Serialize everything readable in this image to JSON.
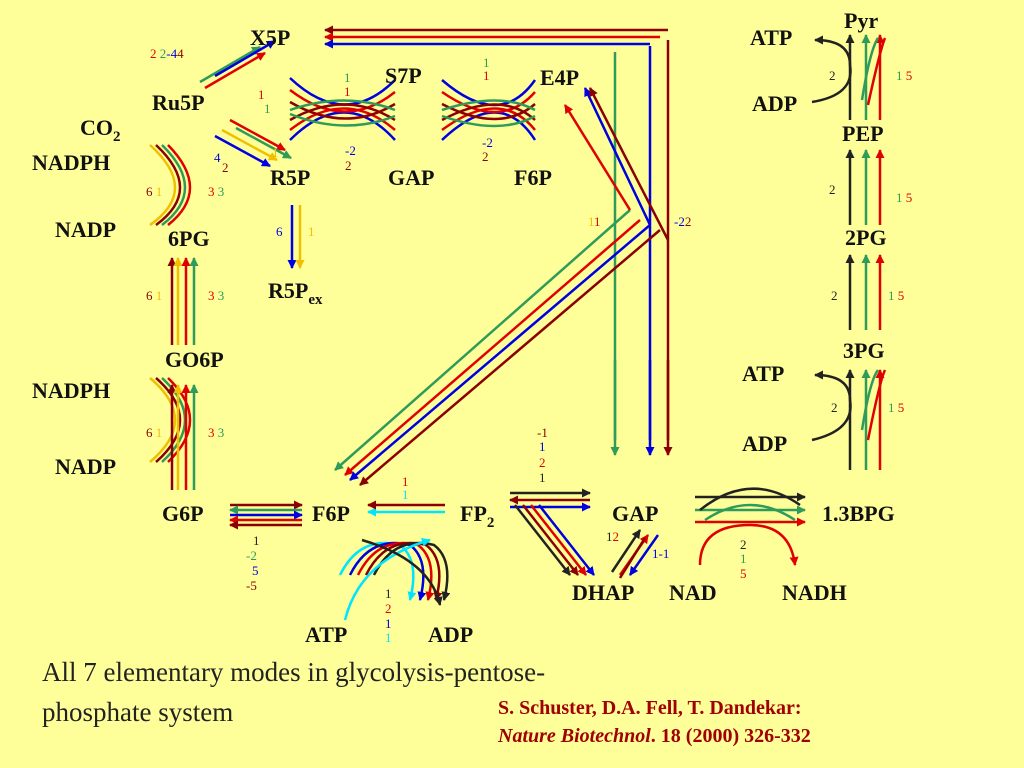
{
  "colors": {
    "background": "#FFFF99",
    "dark": "#8B0000",
    "red": "#E00000",
    "blue": "#0000E0",
    "green": "#2E9B5A",
    "yellow": "#F0C000",
    "cyan": "#00E5FF",
    "black": "#222222"
  },
  "metabolites": [
    {
      "id": "X5P",
      "label": "X5P"
    },
    {
      "id": "Ru5P",
      "label": "Ru5P"
    },
    {
      "id": "CO2",
      "label": "CO",
      "sub": "2"
    },
    {
      "id": "NADPH1",
      "label": "NADPH"
    },
    {
      "id": "NADP1",
      "label": "NADP"
    },
    {
      "id": "6PG",
      "label": "6PG"
    },
    {
      "id": "GO6P",
      "label": "GO6P"
    },
    {
      "id": "NADPH2",
      "label": "NADPH"
    },
    {
      "id": "NADP2",
      "label": "NADP"
    },
    {
      "id": "G6P",
      "label": "G6P"
    },
    {
      "id": "F6Pa",
      "label": "F6P"
    },
    {
      "id": "FP2",
      "label": "FP",
      "sub": "2"
    },
    {
      "id": "GAPa",
      "label": "GAP"
    },
    {
      "id": "BPG",
      "label": "1.3BPG"
    },
    {
      "id": "DHAP",
      "label": "DHAP"
    },
    {
      "id": "NAD",
      "label": "NAD"
    },
    {
      "id": "NADH",
      "label": "NADH"
    },
    {
      "id": "ATP1",
      "label": "ATP"
    },
    {
      "id": "ADP1",
      "label": "ADP"
    },
    {
      "id": "S7P",
      "label": "S7P"
    },
    {
      "id": "E4P",
      "label": "E4P"
    },
    {
      "id": "R5P",
      "label": "R5P"
    },
    {
      "id": "GAPb",
      "label": "GAP"
    },
    {
      "id": "F6Pb",
      "label": "F6P"
    },
    {
      "id": "R5Pex",
      "label": "R5P",
      "sub": "ex"
    },
    {
      "id": "Pyr",
      "label": "Pyr"
    },
    {
      "id": "ATP2",
      "label": "ATP"
    },
    {
      "id": "ADP2",
      "label": "ADP"
    },
    {
      "id": "PEP",
      "label": "PEP"
    },
    {
      "id": "2PG",
      "label": "2PG"
    },
    {
      "id": "3PG",
      "label": "3PG"
    },
    {
      "id": "ATP3",
      "label": "ATP"
    },
    {
      "id": "ADP3",
      "label": "ADP"
    }
  ],
  "coefficients": [
    {
      "id": "c1",
      "parts": [
        {
          "t": "2 ",
          "c": "red"
        },
        {
          "t": "2",
          "c": "green"
        },
        {
          "t": "-4",
          "c": "blue"
        },
        {
          "t": "4",
          "c": "dark"
        }
      ]
    },
    {
      "id": "c2",
      "parts": [
        {
          "t": "1",
          "c": "green"
        }
      ]
    },
    {
      "id": "c3",
      "parts": [
        {
          "t": "1",
          "c": "red"
        }
      ]
    },
    {
      "id": "c4",
      "parts": [
        {
          "t": "1",
          "c": "red"
        }
      ]
    },
    {
      "id": "c5",
      "parts": [
        {
          "t": "1",
          "c": "green"
        }
      ]
    },
    {
      "id": "c6",
      "parts": [
        {
          "t": "1",
          "c": "yellow"
        }
      ]
    },
    {
      "id": "c7",
      "parts": [
        {
          "t": "4",
          "c": "blue"
        }
      ]
    },
    {
      "id": "c8",
      "parts": [
        {
          "t": "2",
          "c": "dark"
        }
      ]
    },
    {
      "id": "c9",
      "parts": [
        {
          "t": "-2",
          "c": "blue"
        }
      ]
    },
    {
      "id": "c10",
      "parts": [
        {
          "t": "2",
          "c": "dark"
        }
      ]
    },
    {
      "id": "c11",
      "parts": [
        {
          "t": "1",
          "c": "green"
        }
      ]
    },
    {
      "id": "c12",
      "parts": [
        {
          "t": "1",
          "c": "red"
        }
      ]
    },
    {
      "id": "c13",
      "parts": [
        {
          "t": "-2",
          "c": "blue"
        }
      ]
    },
    {
      "id": "c14",
      "parts": [
        {
          "t": "2",
          "c": "dark"
        }
      ]
    },
    {
      "id": "c15",
      "parts": [
        {
          "t": "6",
          "c": "dark"
        },
        {
          "t": " 1",
          "c": "yellow"
        }
      ]
    },
    {
      "id": "c16",
      "parts": [
        {
          "t": "3",
          "c": "red"
        },
        {
          "t": " 3",
          "c": "green"
        }
      ]
    },
    {
      "id": "c17",
      "parts": [
        {
          "t": "6",
          "c": "blue"
        }
      ]
    },
    {
      "id": "c18",
      "parts": [
        {
          "t": "1",
          "c": "yellow"
        }
      ]
    },
    {
      "id": "c19",
      "parts": [
        {
          "t": "6",
          "c": "dark"
        },
        {
          "t": " 1",
          "c": "yellow"
        }
      ]
    },
    {
      "id": "c20",
      "parts": [
        {
          "t": "3",
          "c": "red"
        },
        {
          "t": " 3",
          "c": "green"
        }
      ]
    },
    {
      "id": "c21",
      "parts": [
        {
          "t": "6",
          "c": "dark"
        },
        {
          "t": " 1",
          "c": "yellow"
        }
      ]
    },
    {
      "id": "c22",
      "parts": [
        {
          "t": "3",
          "c": "red"
        },
        {
          "t": " 3",
          "c": "green"
        }
      ]
    },
    {
      "id": "c23",
      "parts": [
        {
          "t": "1",
          "c": "yellow"
        },
        {
          "t": "1",
          "c": "red"
        }
      ]
    },
    {
      "id": "c24",
      "parts": [
        {
          "t": "-2",
          "c": "blue"
        },
        {
          "t": "2",
          "c": "dark"
        }
      ]
    },
    {
      "id": "c25",
      "parts": [
        {
          "t": "1",
          "c": "red"
        }
      ]
    },
    {
      "id": "c26",
      "parts": [
        {
          "t": "1",
          "c": "cyan"
        }
      ]
    },
    {
      "id": "c27",
      "parts": [
        {
          "t": "-1",
          "c": "dark"
        }
      ]
    },
    {
      "id": "c28",
      "parts": [
        {
          "t": "1",
          "c": "blue"
        }
      ]
    },
    {
      "id": "c29",
      "parts": [
        {
          "t": "2",
          "c": "red"
        }
      ]
    },
    {
      "id": "c30",
      "parts": [
        {
          "t": "1",
          "c": "black"
        }
      ]
    },
    {
      "id": "c31",
      "parts": [
        {
          "t": "1",
          "c": "black"
        }
      ]
    },
    {
      "id": "c32",
      "parts": [
        {
          "t": "-2",
          "c": "green"
        }
      ]
    },
    {
      "id": "c33",
      "parts": [
        {
          "t": "5",
          "c": "blue"
        }
      ]
    },
    {
      "id": "c34",
      "parts": [
        {
          "t": "-5",
          "c": "dark"
        }
      ]
    },
    {
      "id": "c35",
      "parts": [
        {
          "t": "1",
          "c": "black"
        }
      ]
    },
    {
      "id": "c36",
      "parts": [
        {
          "t": "2",
          "c": "red"
        }
      ]
    },
    {
      "id": "c37",
      "parts": [
        {
          "t": "1",
          "c": "blue"
        }
      ]
    },
    {
      "id": "c38",
      "parts": [
        {
          "t": "1",
          "c": "cyan"
        }
      ]
    },
    {
      "id": "c39",
      "parts": [
        {
          "t": "1",
          "c": "black"
        },
        {
          "t": "2",
          "c": "red"
        }
      ]
    },
    {
      "id": "c40",
      "parts": [
        {
          "t": "1-1",
          "c": "blue"
        }
      ]
    },
    {
      "id": "c41",
      "parts": [
        {
          "t": "2",
          "c": "black"
        }
      ]
    },
    {
      "id": "c42",
      "parts": [
        {
          "t": "1",
          "c": "green"
        }
      ]
    },
    {
      "id": "c43",
      "parts": [
        {
          "t": "5",
          "c": "red"
        }
      ]
    },
    {
      "id": "c44",
      "parts": [
        {
          "t": "2",
          "c": "black"
        }
      ]
    },
    {
      "id": "c45",
      "parts": [
        {
          "t": "1",
          "c": "green"
        },
        {
          "t": "  5",
          "c": "red"
        }
      ]
    },
    {
      "id": "c46",
      "parts": [
        {
          "t": "2",
          "c": "black"
        }
      ]
    },
    {
      "id": "c47",
      "parts": [
        {
          "t": "1",
          "c": "green"
        },
        {
          "t": "  5",
          "c": "red"
        }
      ]
    },
    {
      "id": "c48",
      "parts": [
        {
          "t": "2",
          "c": "black"
        }
      ]
    },
    {
      "id": "c49",
      "parts": [
        {
          "t": "1",
          "c": "green"
        },
        {
          "t": "  5",
          "c": "red"
        }
      ]
    },
    {
      "id": "c50",
      "parts": [
        {
          "t": "2",
          "c": "black"
        }
      ]
    },
    {
      "id": "c51",
      "parts": [
        {
          "t": "1",
          "c": "green"
        },
        {
          "t": "  5",
          "c": "red"
        }
      ]
    }
  ],
  "caption": "All 7 elementary modes in glycolysis-pentose-phosphate system",
  "citation": {
    "authors": "S. Schuster, D.A. Fell, T. Dandekar:",
    "journal": "Nature Biotechnol",
    "details": ". 18 (2000) 326-332"
  }
}
